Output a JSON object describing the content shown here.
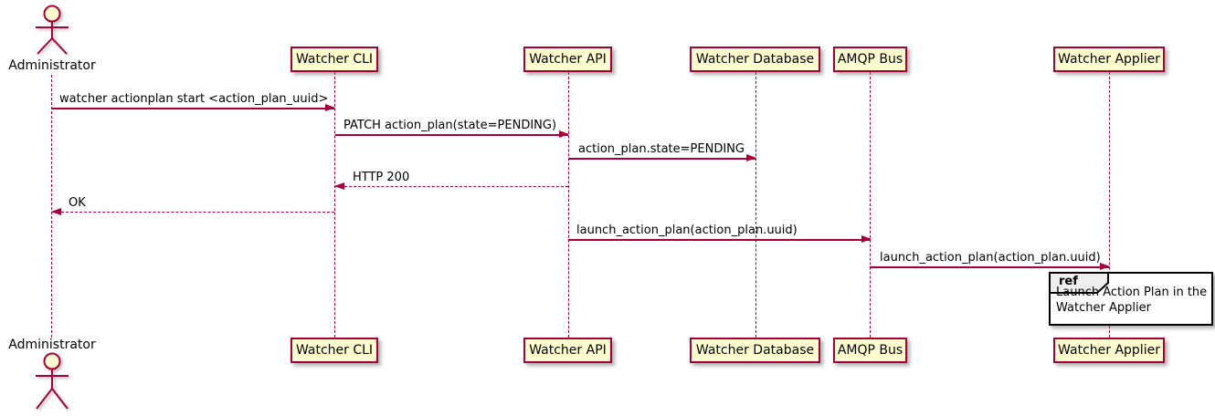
{
  "colors": {
    "stroke": "#A80036",
    "participant_fill": "#FEFECE",
    "ref_tab_fill": "#EEEEEE",
    "ref_border": "#000000",
    "text": "#000000",
    "background": "#FFFFFF"
  },
  "diagram": {
    "type": "uml-sequence",
    "actor": {
      "name": "Administrator"
    },
    "participants": [
      {
        "id": "watcher-cli",
        "label": "Watcher CLI"
      },
      {
        "id": "watcher-api",
        "label": "Watcher API"
      },
      {
        "id": "watcher-database",
        "label": "Watcher Database"
      },
      {
        "id": "amqp-bus",
        "label": "AMQP Bus"
      },
      {
        "id": "watcher-applier",
        "label": "Watcher Applier"
      }
    ],
    "messages": [
      {
        "from": "Administrator",
        "to": "Watcher CLI",
        "label": "watcher actionplan start <action_plan_uuid>",
        "line": "solid",
        "direction": "right"
      },
      {
        "from": "Watcher CLI",
        "to": "Watcher API",
        "label": "PATCH action_plan(state=PENDING)",
        "line": "solid",
        "direction": "right"
      },
      {
        "from": "Watcher API",
        "to": "Watcher Database",
        "label": "action_plan.state=PENDING",
        "line": "solid",
        "direction": "right"
      },
      {
        "from": "Watcher API",
        "to": "Watcher CLI",
        "label": "HTTP 200",
        "line": "dashed",
        "direction": "left"
      },
      {
        "from": "Watcher CLI",
        "to": "Administrator",
        "label": "OK",
        "line": "dashed",
        "direction": "left"
      },
      {
        "from": "Watcher API",
        "to": "AMQP Bus",
        "label": "launch_action_plan(action_plan.uuid)",
        "line": "solid",
        "direction": "right"
      },
      {
        "from": "AMQP Bus",
        "to": "Watcher Applier",
        "label": "launch_action_plan(action_plan.uuid)",
        "line": "solid",
        "direction": "right"
      }
    ],
    "ref": {
      "keyword": "ref",
      "lines": [
        "Launch Action Plan in the",
        "Watcher Applier"
      ]
    }
  }
}
